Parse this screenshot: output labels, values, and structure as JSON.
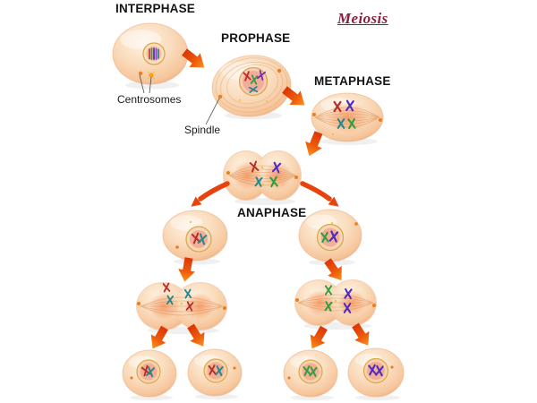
{
  "title": "Meiosis",
  "labels": {
    "interphase": "INTERPHASE",
    "prophase": "PROPHASE",
    "metaphase": "METAPHASE",
    "anaphase": "ANAPHASE",
    "centrosomes": "Centrosomes",
    "spindle": "Spindle"
  },
  "colors": {
    "title": "#8C1D3C",
    "label_text": "#141414",
    "cell_body": "#F9D9BC",
    "cell_edge": "#EDB184",
    "nucleus_ring": "#DCA84B",
    "nucleus_inner": "#F2A58E",
    "arrow_start": "#DC3505",
    "arrow_end": "#F8941F",
    "centrosome_dot": "#ED7D1F",
    "chromosome_red": "#B5312A",
    "chromosome_blue": "#4D2BBF",
    "chromosome_green": "#2E9E3E",
    "chromosome_teal": "#20898F",
    "chromosome_purple": "#7B2FA8"
  },
  "flow": {
    "sequence": [
      "INTERPHASE",
      "PROPHASE",
      "METAPHASE",
      "ANAPHASE"
    ],
    "divisions": 2,
    "intermediate_cells": [
      {
        "chromosomes": [
          "red",
          "teal"
        ]
      },
      {
        "chromosomes": [
          "green",
          "blue"
        ]
      }
    ],
    "final_cells": [
      {
        "chromosomes": [
          "red",
          "teal"
        ]
      },
      {
        "chromosomes": [
          "red",
          "teal"
        ]
      },
      {
        "chromosomes": [
          "green",
          "green"
        ]
      },
      {
        "chromosomes": [
          "blue",
          "blue"
        ]
      }
    ]
  }
}
